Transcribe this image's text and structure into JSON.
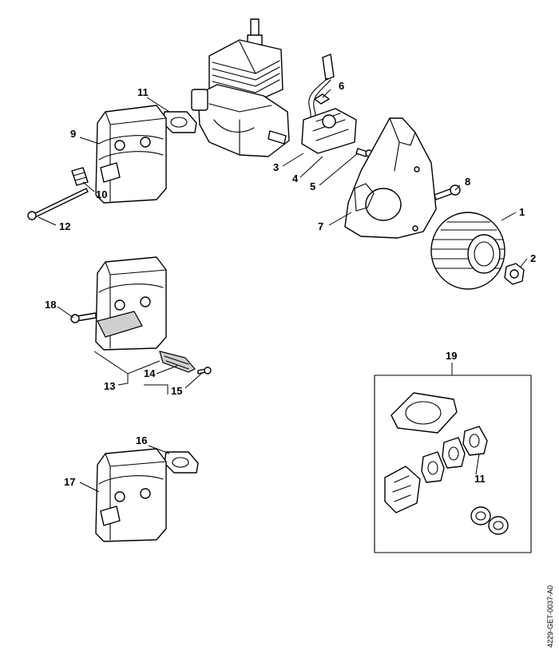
{
  "diagram": {
    "document_id": "4229-GET-0037-A0",
    "callouts": {
      "c1": "1",
      "c2": "2",
      "c3": "3",
      "c4": "4",
      "c5": "5",
      "c6": "6",
      "c7": "7",
      "c8": "8",
      "c9": "9",
      "c10": "10",
      "c11": "11",
      "c12": "12",
      "c13": "13",
      "c14": "14",
      "c15": "15",
      "c16": "16",
      "c17": "17",
      "c18": "18",
      "c19": "19",
      "c11b": "11"
    }
  }
}
